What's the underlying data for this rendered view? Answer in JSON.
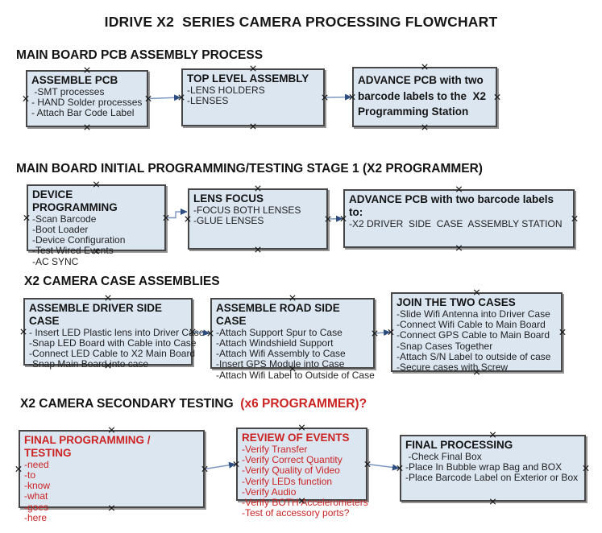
{
  "title": "IDRIVE X2  SERIES CAMERA PROCESSING FLOWCHART",
  "colors": {
    "box_fill": "#dce6f1",
    "box_border": "#474747",
    "text": "#1f1f1f",
    "red_text": "#cc2323",
    "connector_line": "#7b96bd",
    "connector_arrow": "#2d4d80"
  },
  "sections": [
    {
      "heading": "MAIN BOARD PCB ASSEMBLY PROCESS",
      "heading_red": "",
      "boxes": [
        {
          "title": "ASSEMBLE PCB",
          "lines": [
            " -SMT processes",
            "- HAND Solder processes",
            "- Attach Bar Code Label"
          ],
          "red": false
        },
        {
          "title": "TOP LEVEL ASSEMBLY",
          "lines": [
            "-LENS HOLDERS",
            "-LENSES"
          ],
          "red": false
        },
        {
          "title": "ADVANCE PCB with two barcode labels to the  X2 Programming Station",
          "lines": [],
          "red": false
        }
      ]
    },
    {
      "heading": "MAIN BOARD INITIAL PROGRAMMING/TESTING STAGE 1 (X2 PROGRAMMER)",
      "heading_red": "",
      "boxes": [
        {
          "title": "DEVICE PROGRAMMING",
          "lines": [
            "-Scan Barcode",
            "-Boot Loader",
            "-Device Configuration",
            "-Test Wired Events",
            "-AC SYNC"
          ],
          "red": false
        },
        {
          "title": "LENS FOCUS",
          "lines": [
            "-FOCUS BOTH LENSES",
            "-GLUE LENSES"
          ],
          "red": false
        },
        {
          "title": "ADVANCE PCB with two barcode labels to:",
          "lines": [
            "-X2 DRIVER  SIDE  CASE  ASSEMBLY STATION"
          ],
          "red": false
        }
      ]
    },
    {
      "heading": "X2 CAMERA CASE ASSEMBLIES",
      "heading_red": "",
      "boxes": [
        {
          "title": "ASSEMBLE DRIVER SIDE CASE",
          "lines": [
            "- Insert LED Plastic lens into Driver Case",
            "-Snap LED Board with Cable into Case",
            "-Connect LED Cable to X2 Main Board",
            "-Snap Main Board into case"
          ],
          "red": false
        },
        {
          "title": "ASSEMBLE ROAD SIDE CASE",
          "lines": [
            "-Attach Support Spur to Case",
            "-Attach Windshield Support",
            "-Attach Wifi Assembly to Case",
            "-Insert GPS Module into Case",
            "-Attach Wifi Label to Outside of Case"
          ],
          "red": false
        },
        {
          "title": "JOIN THE TWO CASES",
          "lines": [
            "-Slide Wifi Antenna into Driver Case",
            "-Connect Wifi Cable to Main Board",
            "-Connect GPS Cable to Main Board",
            "-Snap Cases Together",
            "-Attach S/N Label to outside of case",
            "-Secure cases with Screw"
          ],
          "red": false
        }
      ]
    },
    {
      "heading": "X2 CAMERA SECONDARY TESTING ",
      "heading_red": " (x6 PROGRAMMER)?",
      "boxes": [
        {
          "title": "FINAL PROGRAMMING / TESTING",
          "lines": [
            "-need",
            "-to",
            "-know",
            "-what",
            "-goes",
            "-here"
          ],
          "red": true
        },
        {
          "title": "REVIEW OF EVENTS",
          "lines": [
            "-Verify Transfer",
            "-Verify Correct Quantity",
            "-Verify Quality of Video",
            "-Verify LEDs function",
            "-Verify Audio",
            "-Verify BOTH Accelerometers",
            "-Test of accessory ports?"
          ],
          "red": true
        },
        {
          "title": "FINAL PROCESSING",
          "lines": [
            " -Check Final Box",
            "-Place In Bubble wrap Bag and BOX",
            "-Place Barcode Label on Exterior or Box"
          ],
          "red": false
        }
      ]
    }
  ]
}
